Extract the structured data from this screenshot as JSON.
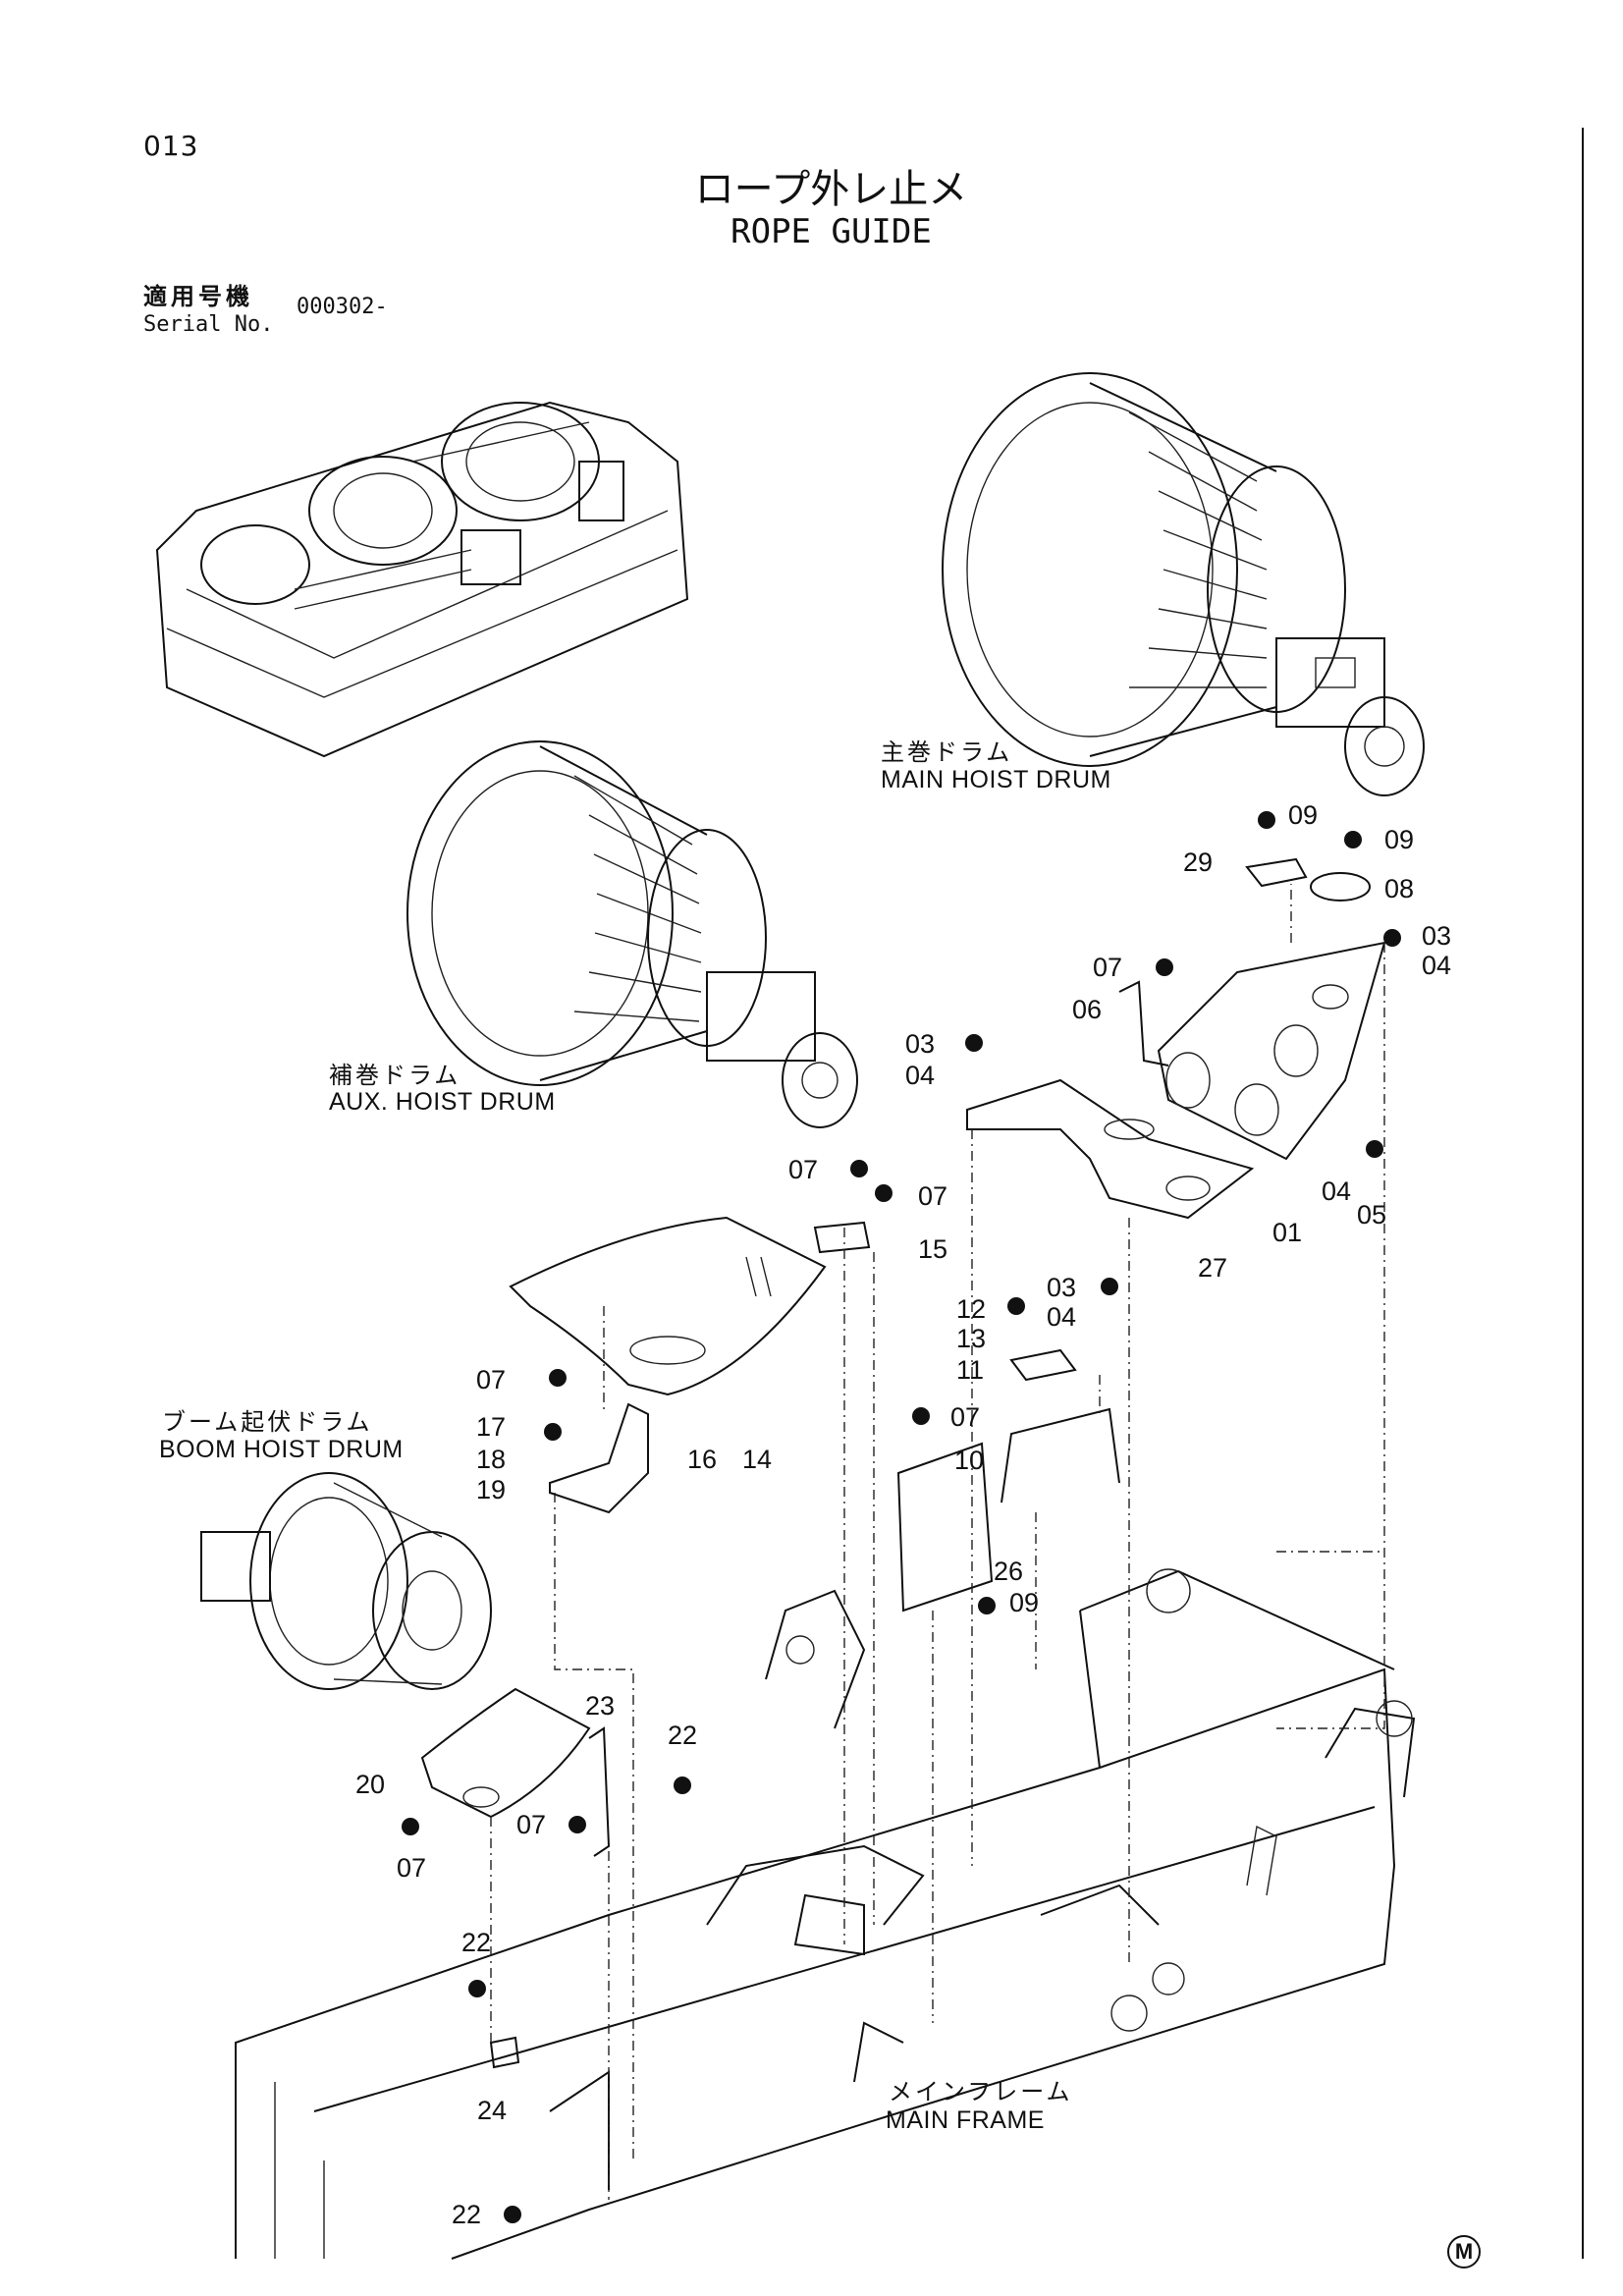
{
  "page_number": "013",
  "title": {
    "japanese": "ロープ外レ止メ",
    "english": "ROPE GUIDE"
  },
  "serial": {
    "label_japanese": "適用号機",
    "label_english": "Serial No.",
    "value": "000302-"
  },
  "assemblies": {
    "main_hoist_drum": {
      "japanese": "主巻ドラム",
      "english": "MAIN HOIST DRUM"
    },
    "aux_hoist_drum": {
      "japanese": "補巻ドラム",
      "english": "AUX. HOIST DRUM"
    },
    "boom_hoist_drum": {
      "japanese": "ブーム起伏ドラム",
      "english": "BOOM HOIST DRUM"
    },
    "main_frame": {
      "japanese": "メインフレーム",
      "english": "MAIN FRAME"
    }
  },
  "part_callouts": [
    {
      "id": "09a",
      "text": "09"
    },
    {
      "id": "29",
      "text": "29"
    },
    {
      "id": "09b",
      "text": "09"
    },
    {
      "id": "08",
      "text": "08"
    },
    {
      "id": "03a",
      "text": "03"
    },
    {
      "id": "04a",
      "text": "04"
    },
    {
      "id": "07a",
      "text": "07"
    },
    {
      "id": "06",
      "text": "06"
    },
    {
      "id": "03b",
      "text": "03"
    },
    {
      "id": "04b",
      "text": "04"
    },
    {
      "id": "04c",
      "text": "04"
    },
    {
      "id": "05",
      "text": "05"
    },
    {
      "id": "01",
      "text": "01"
    },
    {
      "id": "27",
      "text": "27"
    },
    {
      "id": "07b",
      "text": "07"
    },
    {
      "id": "07c",
      "text": "07"
    },
    {
      "id": "15",
      "text": "15"
    },
    {
      "id": "03c",
      "text": "03"
    },
    {
      "id": "04d",
      "text": "04"
    },
    {
      "id": "12",
      "text": "12"
    },
    {
      "id": "13",
      "text": "13"
    },
    {
      "id": "11",
      "text": "11"
    },
    {
      "id": "07d",
      "text": "07"
    },
    {
      "id": "10",
      "text": "10"
    },
    {
      "id": "26",
      "text": "26"
    },
    {
      "id": "09c",
      "text": "09"
    },
    {
      "id": "07e",
      "text": "07"
    },
    {
      "id": "17",
      "text": "17"
    },
    {
      "id": "18",
      "text": "18"
    },
    {
      "id": "19",
      "text": "19"
    },
    {
      "id": "16",
      "text": "16"
    },
    {
      "id": "14",
      "text": "14"
    },
    {
      "id": "23",
      "text": "23"
    },
    {
      "id": "22a",
      "text": "22"
    },
    {
      "id": "20",
      "text": "20"
    },
    {
      "id": "07f",
      "text": "07"
    },
    {
      "id": "07g",
      "text": "07"
    },
    {
      "id": "22b",
      "text": "22"
    },
    {
      "id": "24",
      "text": "24"
    },
    {
      "id": "22c",
      "text": "22"
    }
  ],
  "footer_mark": "M"
}
